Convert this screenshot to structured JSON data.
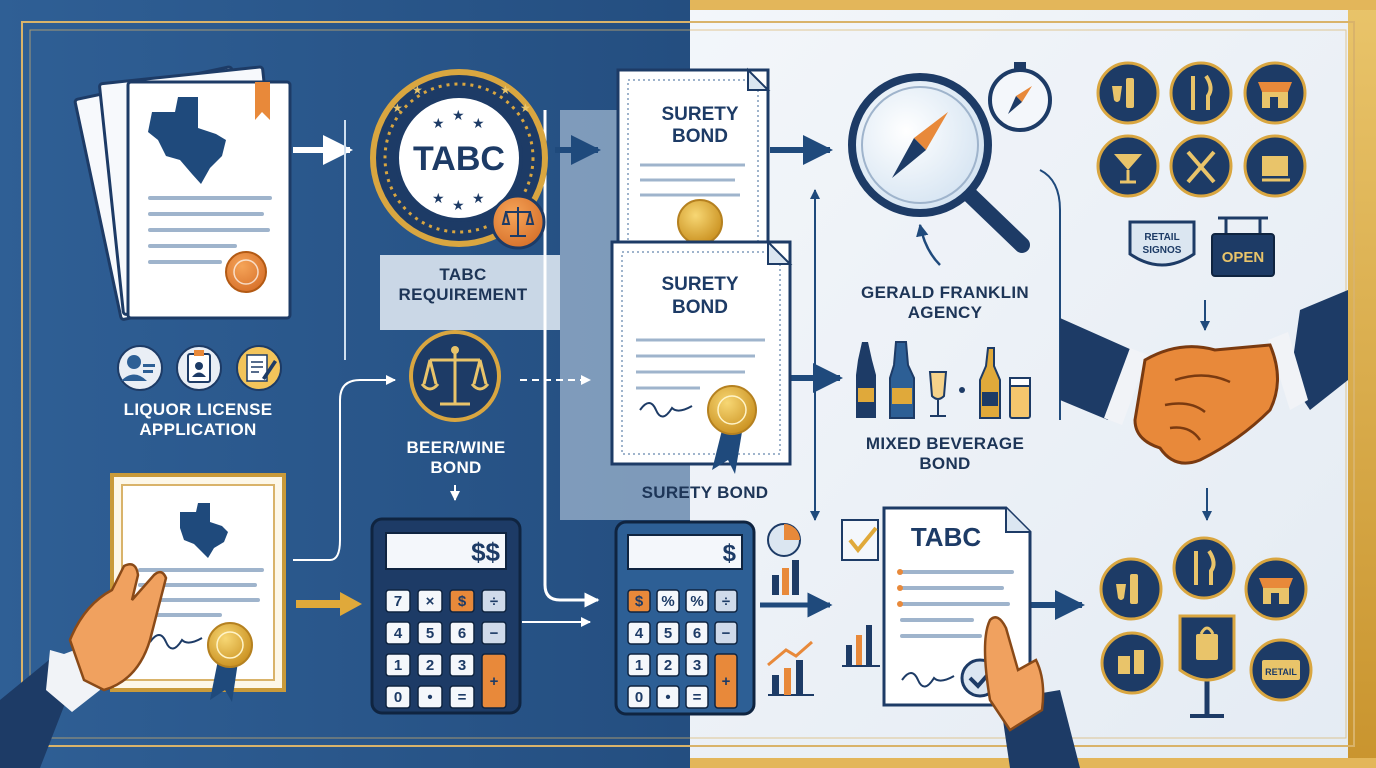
{
  "labels": {
    "liquor_license_application": "LIQUOR LICENSE\nAPPLICATION",
    "tabc_requirement": "TABC\nREQUIREMENT",
    "beer_wine_bond": "BEER/WINE\nBOND",
    "surety_bond_caption": "SURETY BOND",
    "gerald_franklin_agency": "GERALD FRANKLIN\nAGENCY",
    "mixed_beverage_bond": "MIXED BEVERAGE\nBOND"
  },
  "seal": {
    "text": "TABC"
  },
  "bond_certificates": {
    "top_title": "SURETY\nBOND",
    "bottom_title": "SURETY\nBOND"
  },
  "calculators": {
    "left_display": "$$",
    "right_display": "$",
    "left_keys": [
      "7",
      "×",
      "$",
      "÷",
      "4",
      "5",
      "6",
      "−",
      "1",
      "2",
      "3",
      "+",
      "0",
      "•",
      "="
    ],
    "right_keys": [
      "$",
      "%",
      "%",
      "÷",
      "4",
      "5",
      "6",
      "−",
      "1",
      "2",
      "3",
      "+",
      "0",
      "•",
      "="
    ]
  },
  "tabc_document": {
    "title": "TABC"
  },
  "signs": {
    "retail_signs": "RETAIL\nSIGNOS",
    "open": "OPEN",
    "retail": "RETAIL"
  },
  "colors": {
    "navy": "#1d3b66",
    "blue_panel": "#2d5f95",
    "gold": "#d9a640",
    "light_panel": "#eef2f7",
    "orange": "#e8893a"
  }
}
